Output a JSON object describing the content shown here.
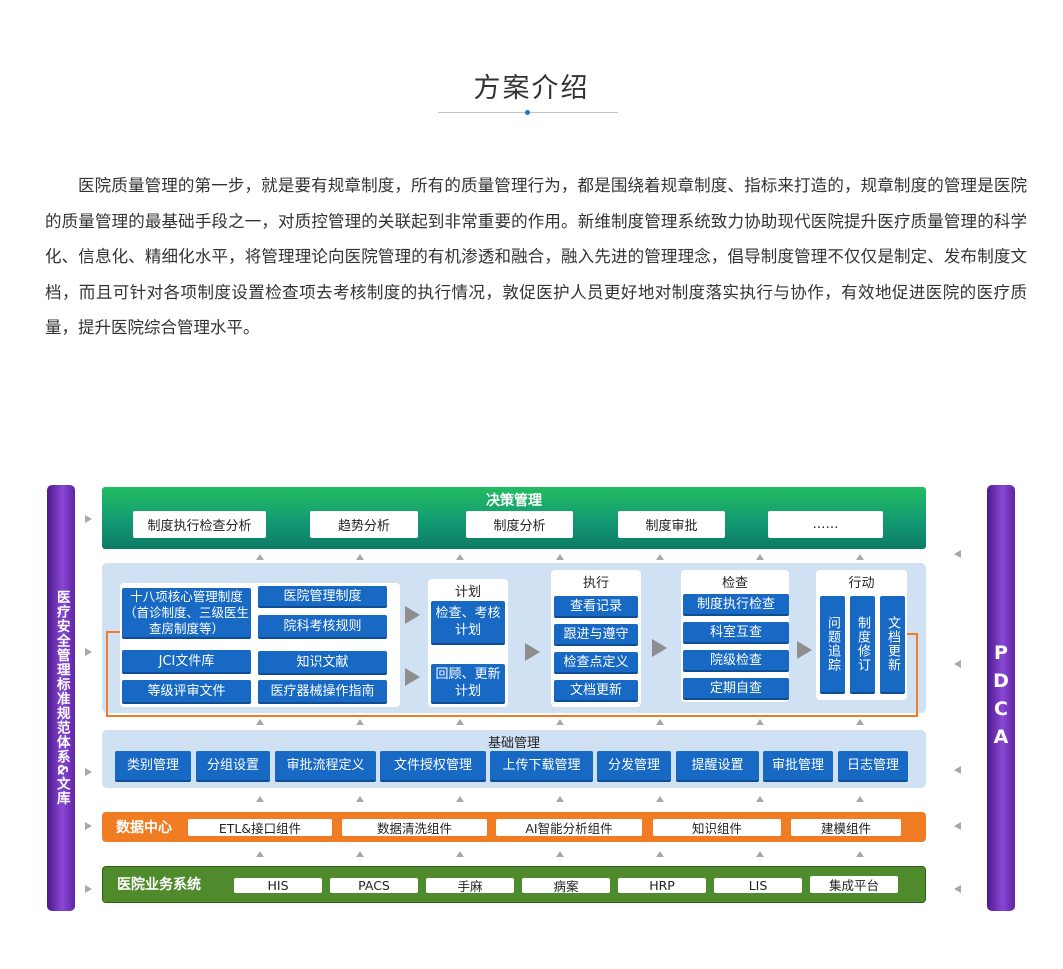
{
  "title": "方案介绍",
  "intro": "医院质量管理的第一步，就是要有规章制度，所有的质量管理行为，都是围绕着规章制度、指标来打造的，规章制度的管理是医院的质量管理的最基础手段之一，对质控管理的关联起到非常重要的作用。新维制度管理系统致力协助现代医院提升医疗质量管理的科学化、信息化、精细化水平，将管理理论向医院管理的有机渗透和融合，融入先进的管理理念，倡导制度管理不仅仅是制定、发布制度文档，而且可针对各项制度设置检查项去考核制度的执行情况，敦促医护人员更好地对制度落实执行与协作，有效地促进医院的医疗质量，提升医院综合管理水平。",
  "left_bar": "医疗安全管理标准规范体系&文库",
  "right_bar": "PDCA",
  "decision": {
    "title": "决策管理",
    "items": [
      "制度执行检查分析",
      "趋势分析",
      "制度分析",
      "制度审批",
      "……"
    ]
  },
  "main": {
    "library": {
      "core": "十八项核心管理制度（首诊制度、三级医生查房制度等）",
      "jci": "JCI文件库",
      "grade": "等级评审文件",
      "items": [
        "医院管理制度",
        "院科考核规则",
        "知识文献",
        "医疗器械操作指南"
      ]
    },
    "plan": {
      "title": "计划",
      "items": [
        "检查、考核计划",
        "回顾、更新计划"
      ]
    },
    "execute": {
      "title": "执行",
      "items": [
        "查看记录",
        "跟进与遵守",
        "检查点定义",
        "文档更新"
      ]
    },
    "check": {
      "title": "检查",
      "items": [
        "制度执行检查",
        "科室互查",
        "院级检查",
        "定期自查"
      ]
    },
    "act": {
      "title": "行动",
      "items": [
        "问题追踪",
        "制度修订",
        "文档更新"
      ]
    }
  },
  "basic": {
    "title": "基础管理",
    "items": [
      "类别管理",
      "分组设置",
      "审批流程定义",
      "文件授权管理",
      "上传下载管理",
      "分发管理",
      "提醒设置",
      "审批管理",
      "日志管理"
    ]
  },
  "data_center": {
    "label": "数据中心",
    "items": [
      "ETL&接口组件",
      "数据清洗组件",
      "AI智能分析组件",
      "知识组件",
      "建模组件"
    ]
  },
  "his": {
    "label": "医院业务系统",
    "items": [
      "HIS",
      "PACS",
      "手麻",
      "病案",
      "HRP",
      "LIS",
      "集成平台"
    ]
  },
  "colors": {
    "decision_green": "#139a72",
    "panel_blue": "#cfe1f3",
    "button_blue": "#1769c4",
    "data_orange": "#f07d24",
    "his_green": "#4f8a2c",
    "side_purple": "#6a2fb5"
  }
}
